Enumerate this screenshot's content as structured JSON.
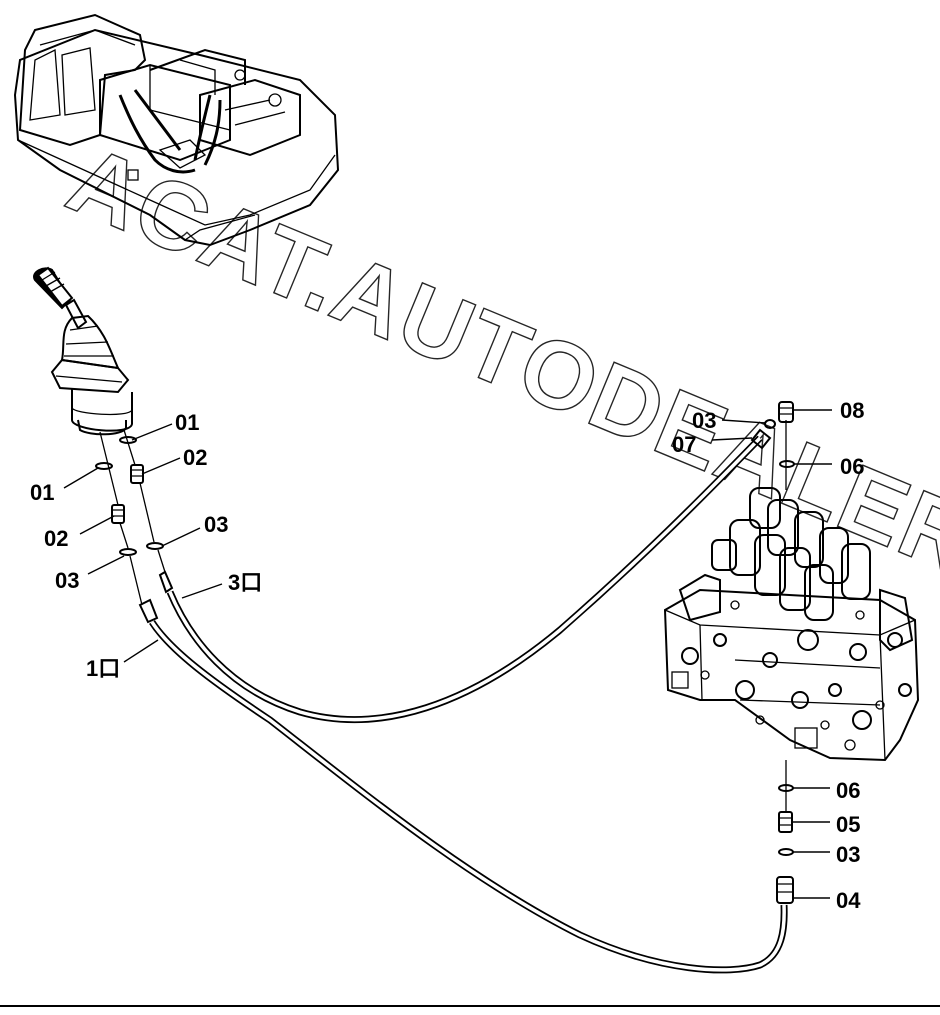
{
  "watermark": "ACAT.AUTODEALER.RU",
  "labels": {
    "l01a": "01",
    "l02a": "02",
    "l01b": "01",
    "l02b": "02",
    "l03a": "03",
    "l03b": "03",
    "l3port": "3口",
    "l1port": "1口",
    "l03c": "03",
    "l07": "07",
    "l08": "08",
    "l06a": "06",
    "l06b": "06",
    "l05": "05",
    "l03d": "03",
    "l04": "04"
  }
}
